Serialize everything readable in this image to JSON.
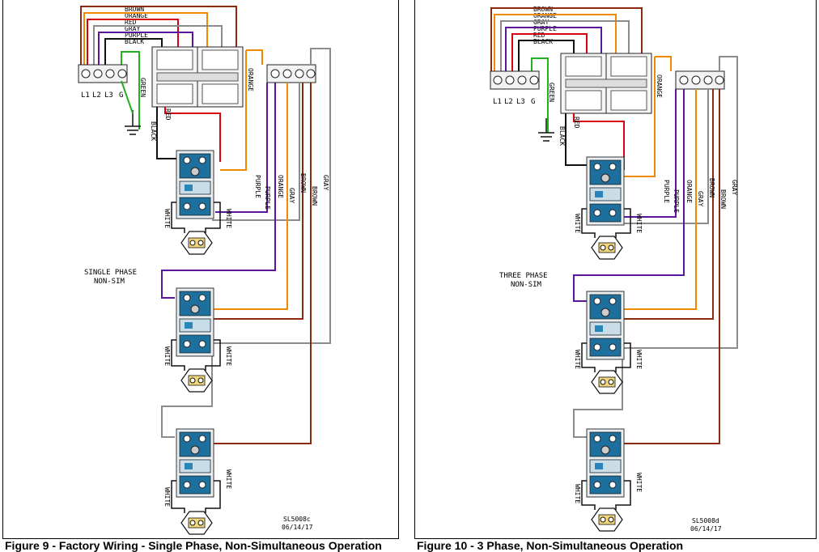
{
  "wire_labels": {
    "brown": "BROWN",
    "orange": "ORANGE",
    "red": "RED",
    "gray": "GRAY",
    "purple": "PURPLE",
    "black": "BLACK",
    "green": "GREEN",
    "white": "WHITE"
  },
  "wire_colors": {
    "brown": "#8b2a0e",
    "orange": "#f08a00",
    "red": "#d8000f",
    "gray": "#8c8c8c",
    "purple": "#5a159c",
    "black": "#111111",
    "green": "#22b020"
  },
  "terminals": {
    "l1": "L1",
    "l2": "L2",
    "l3": "L3",
    "g": "G"
  },
  "figure9": {
    "mode_line1": "SINGLE PHASE",
    "mode_line2": "NON-SIM",
    "drawing_no": "SL5008c",
    "date": "06/14/17",
    "caption": "Figure 9 - Factory Wiring - Single Phase, Non-Simultaneous Operation"
  },
  "figure10": {
    "mode_line1": "THREE PHASE",
    "mode_line2": "NON-SIM",
    "drawing_no": "SL5008d",
    "date": "06/14/17",
    "caption": "Figure 10 - 3 Phase, Non-Simultaneous Operation"
  }
}
